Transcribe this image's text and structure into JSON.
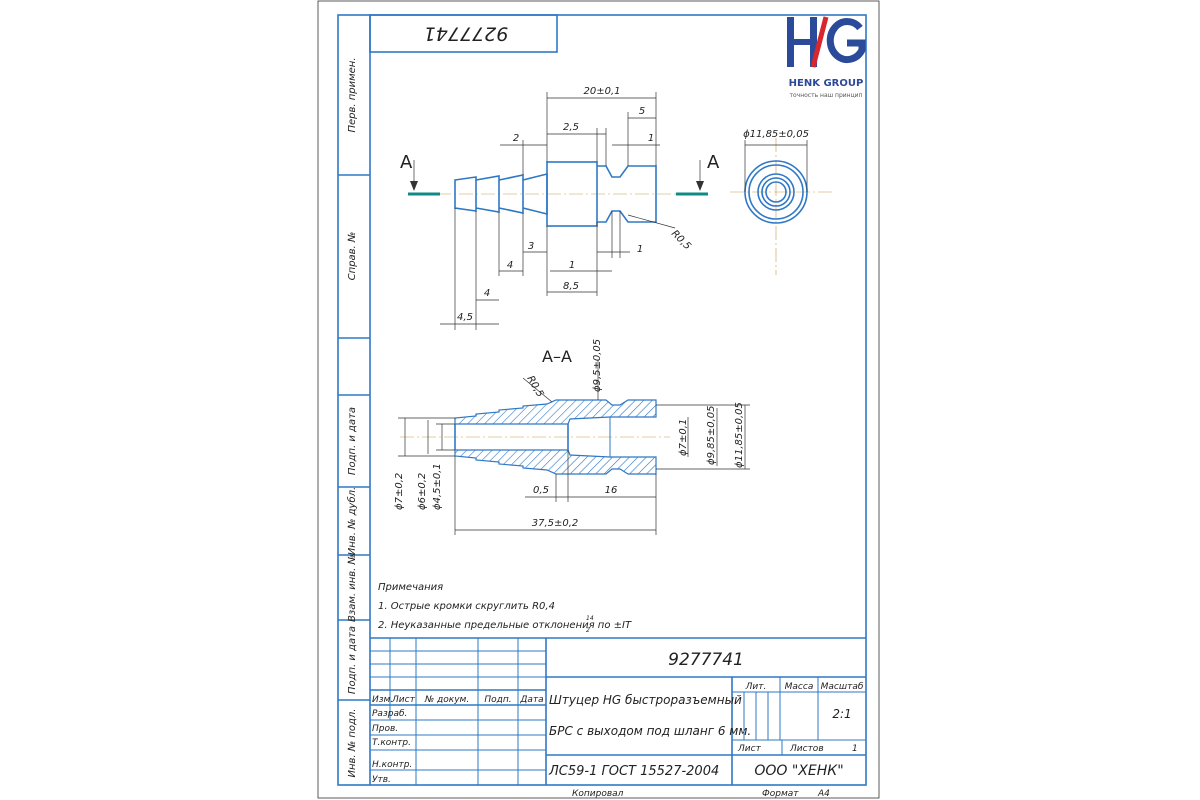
{
  "doc_number": "9277741",
  "logo": {
    "mark": "HG",
    "company": "HENK GROUP",
    "slogan": "точность наш принцип",
    "color_primary": "#2c4a9a",
    "color_accent": "#d8262d"
  },
  "side_labels": [
    "Перв. примен.",
    "Справ. №",
    "Подп. и дата",
    "Инв. № дубл.",
    "Взам. инв. №",
    "Подп. и дата",
    "Инв. № подл."
  ],
  "section_label": "А–А",
  "cut_letter": "А",
  "dims_top": [
    "20±0,1",
    "5",
    "2",
    "2,5",
    "1",
    "R0,5",
    "3",
    "1",
    "4",
    "1",
    "8,5",
    "4",
    "4,5"
  ],
  "dim_circle": "ϕ11,85±0,05",
  "dims_section": [
    "R0,5",
    "ϕ9,5±0,05",
    "ϕ7±0,1",
    "ϕ9,85±0,05",
    "ϕ11,85±0,05",
    "ϕ7±0,2",
    "ϕ6±0,2",
    "ϕ4,5±0,1",
    "0,5",
    "16",
    "37,5±0,2"
  ],
  "notes_title": "Примечания",
  "notes": [
    "1. Острые кромки скруглить R0,4",
    "2. Неуказанные предельные отклонения по ±IT"
  ],
  "notes_superscript": "14",
  "notes_subscript": "2",
  "title_block": {
    "drawing_number": "9277741",
    "headers": [
      "Изм.",
      "Лист",
      "№ докум.",
      "Подп.",
      "Дата"
    ],
    "roles": [
      "Разраб.",
      "Пров.",
      "Т.контр.",
      "Н.контр.",
      "Утв."
    ],
    "name_line1": "Штуцер HG быстроразъемный",
    "name_line2": "БРС с выходом под шланг 6 мм.",
    "col_headers": [
      "Лит.",
      "Масса",
      "Масштаб"
    ],
    "scale": "2:1",
    "sheet_label": "Лист",
    "sheets_label": "Листов",
    "sheets_value": "1",
    "material": "ЛС59-1 ГОСТ 15527-2004",
    "company": "ООО \"ХЕНК\"",
    "copied": "Копировал",
    "format_label": "Формат",
    "format_value": "А4"
  }
}
